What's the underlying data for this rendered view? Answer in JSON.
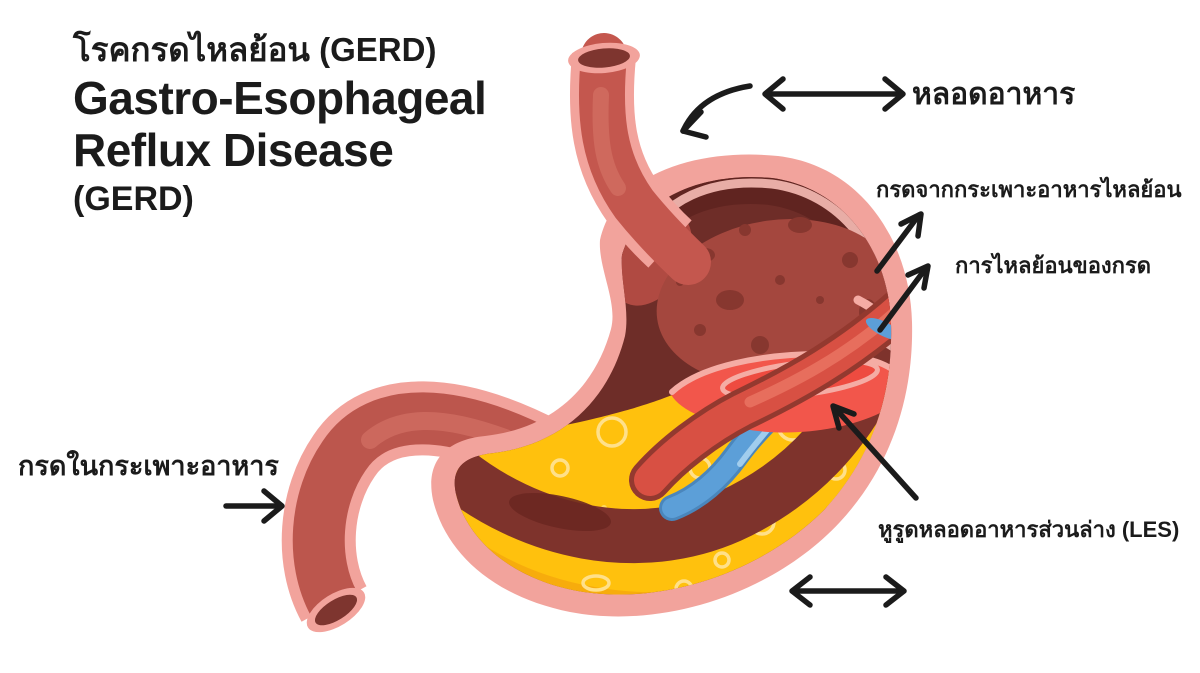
{
  "title": {
    "thai": "โรคกรดไหลย้อน (GERD)",
    "english_line1": "Gastro-Esophageal",
    "english_line2": "Reflux Disease",
    "english_line3": "(GERD)"
  },
  "labels": {
    "esophagus": "หลอดอาหาร",
    "acid_reflux_from_stomach": "กรดจากกระเพาะอาหารไหลย้อน",
    "acid_reflux_flow": "การไหลย้อนของกรด",
    "lower_esophageal_sphincter": "หูรูดหลอดอาหารส่วนล่าง (LES)",
    "acid_in_stomach": "กรดในกระเพาะอาหาร"
  },
  "colors": {
    "background": "#ffffff",
    "text": "#1b1b1b",
    "arrow": "#1b1b1b",
    "stomach_wall_pink": "#f2a39c",
    "stomach_wall_highlight": "#f7bdb5",
    "stomach_interior_dark": "#6e2d28",
    "fundus_red": "#a4473e",
    "fundus_spot": "#87372f",
    "acid_yellow": "#ffc10d",
    "acid_bubble_outline": "#ffe08a",
    "reflux_acid_red": "#f2564b",
    "esophagus_tube_red": "#d85043",
    "esophagus_inner_red": "#c4574e",
    "reflux_stream_blue": "#5c9fd8",
    "lumen_opening_dark": "#7e352f"
  }
}
